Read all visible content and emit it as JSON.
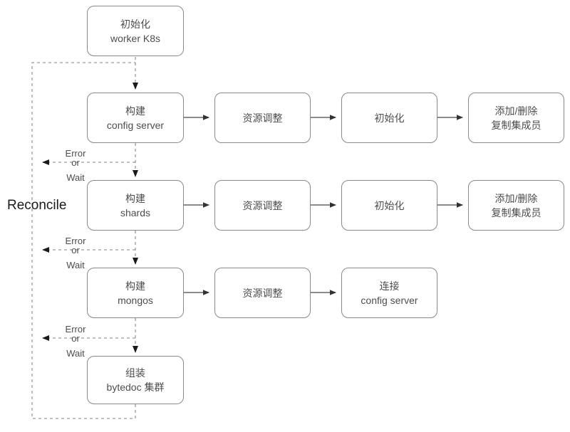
{
  "diagram": {
    "title_label": "Reconcile",
    "nodes": {
      "init_worker": {
        "line1": "初始化",
        "line2": "worker K8s"
      },
      "build_config_server": {
        "line1": "构建",
        "line2": "config server"
      },
      "cfg_resource": {
        "line1": "资源调整",
        "line2": ""
      },
      "cfg_init": {
        "line1": "初始化",
        "line2": ""
      },
      "cfg_members": {
        "line1": "添加/删除",
        "line2": "复制集成员"
      },
      "build_shards": {
        "line1": "构建",
        "line2": "shards"
      },
      "shard_resource": {
        "line1": "资源调整",
        "line2": ""
      },
      "shard_init": {
        "line1": "初始化",
        "line2": ""
      },
      "shard_members": {
        "line1": "添加/删除",
        "line2": "复制集成员"
      },
      "build_mongos": {
        "line1": "构建",
        "line2": "mongos"
      },
      "mongos_resource": {
        "line1": "资源调整",
        "line2": ""
      },
      "mongos_connect": {
        "line1": "连接",
        "line2": "config server"
      },
      "assemble_cluster": {
        "line1": "组装",
        "line2": "bytedoc 集群"
      }
    },
    "edge_labels": {
      "error": "Error",
      "or": "or",
      "wait": "Wait"
    },
    "colors": {
      "node_border": "#888888",
      "node_text": "#4d4d4d",
      "solid_edge": "#666666",
      "dashed_edge": "#999999",
      "title_text": "#1a1a1a",
      "background": "#ffffff"
    }
  }
}
